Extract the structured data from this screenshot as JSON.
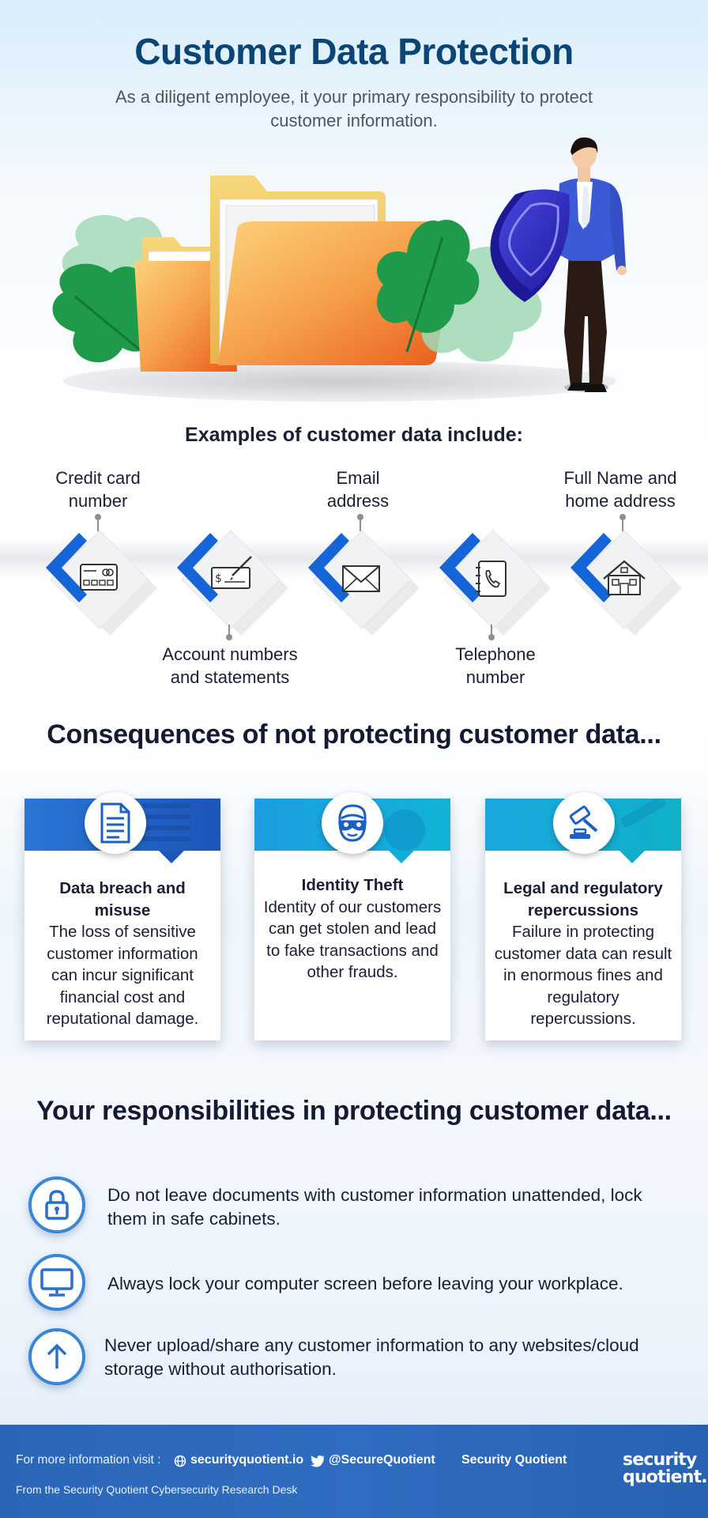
{
  "header": {
    "title": "Customer Data Protection",
    "subtitle": "As a diligent employee, it your primary responsibility to protect customer information."
  },
  "examples": {
    "heading": "Examples of customer data include:",
    "items": [
      {
        "label_line1": "Credit card",
        "label_line2": "number",
        "icon": "credit-card-icon"
      },
      {
        "label_line1": "Account numbers",
        "label_line2": "and statements",
        "icon": "cheque-icon"
      },
      {
        "label_line1": "Email",
        "label_line2": "address",
        "icon": "envelope-icon"
      },
      {
        "label_line1": "Telephone",
        "label_line2": "number",
        "icon": "phone-book-icon"
      },
      {
        "label_line1": "Full Name and",
        "label_line2": "home address",
        "icon": "house-icon"
      }
    ]
  },
  "consequences": {
    "heading": "Consequences of not protecting customer data...",
    "cards": [
      {
        "title": "Data breach and misuse",
        "body": "The loss of sensitive customer information can incur significant financial cost and reputational damage.",
        "icon": "document-icon"
      },
      {
        "title": "Identity Theft",
        "body": "Identity of our customers can get stolen and lead to fake transactions and other frauds.",
        "icon": "masked-thief-icon"
      },
      {
        "title": "Legal and regulatory repercussions",
        "body": "Failure in protecting customer data can result in enormous fines and regulatory repercussions.",
        "icon": "gavel-icon"
      }
    ]
  },
  "responsibilities": {
    "heading": "Your responsibilities in protecting customer data...",
    "items": [
      {
        "text": "Do not leave documents with customer information unattended, lock them in safe cabinets.",
        "icon": "padlock-icon"
      },
      {
        "text": "Always lock your computer screen before leaving your workplace.",
        "icon": "monitor-icon"
      },
      {
        "text": "Never upload/share any customer information to any websites/cloud storage without authorisation.",
        "icon": "upload-arrow-icon"
      }
    ]
  },
  "footer": {
    "info_label": "For more information visit :",
    "website": "securityquotient.io",
    "twitter": "@SecureQuotient",
    "company": "Security Quotient",
    "research_desk": "From the Security Quotient Cybersecurity Research Desk",
    "logo_line1": "security",
    "logo_line2": "quotient."
  },
  "colors": {
    "title": "#0b4575",
    "accent_blue": "#1565d8",
    "footer_bg": "#2a66b8"
  }
}
